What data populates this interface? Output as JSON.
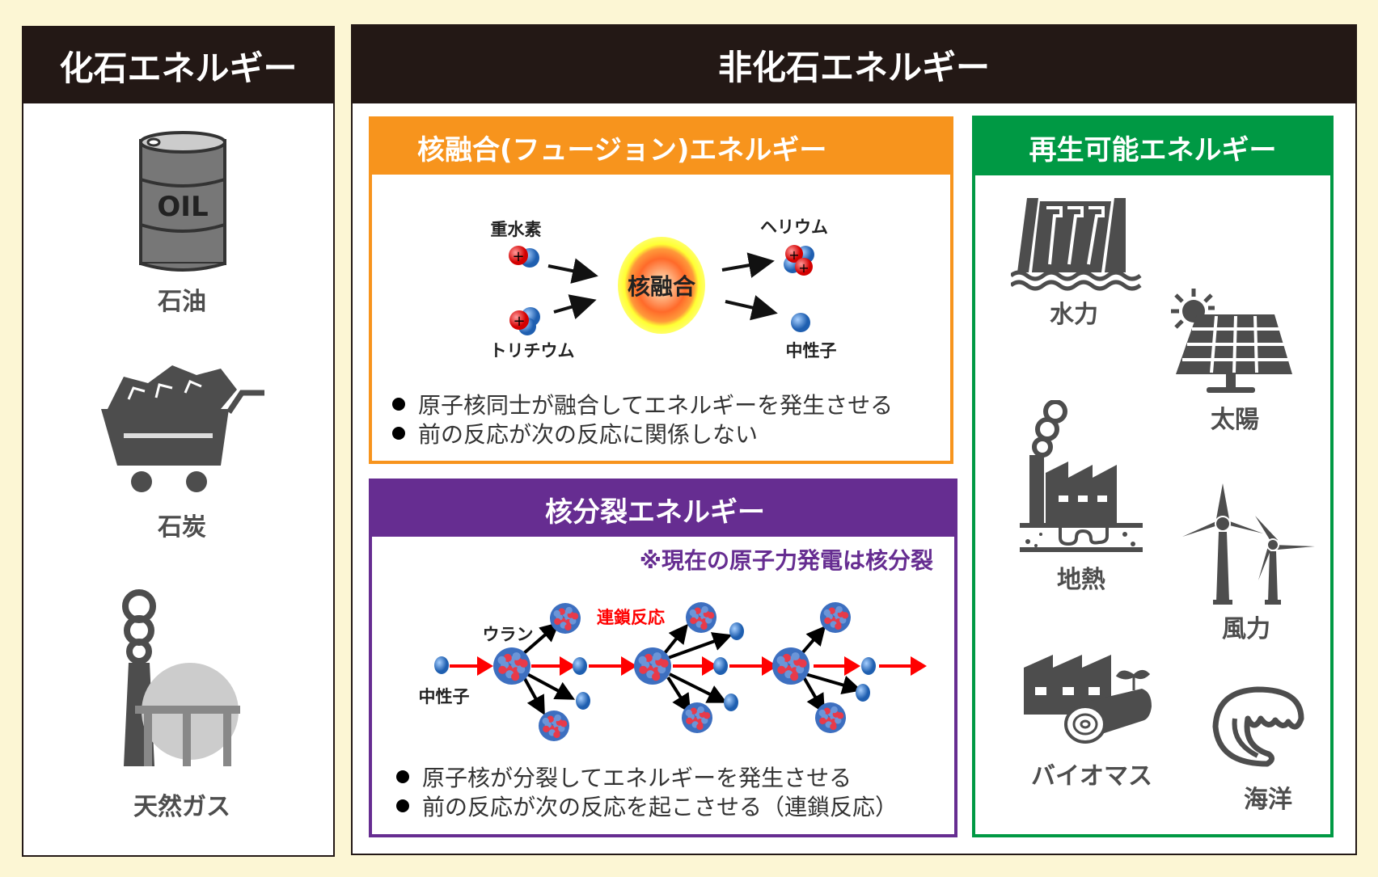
{
  "fossil": {
    "title": "化石エネルギー",
    "items": [
      {
        "label": "石油",
        "icon": "oil-barrel-icon",
        "barrel_text": "OIL"
      },
      {
        "label": "石炭",
        "icon": "coal-cart-icon"
      },
      {
        "label": "天然ガス",
        "icon": "gas-tank-icon"
      }
    ]
  },
  "nonfossil": {
    "title": "非化石エネルギー",
    "fusion": {
      "title": "核融合(フュージョン)エネルギー",
      "labels": {
        "deuterium": "重水素",
        "tritium": "トリチウム",
        "helium": "ヘリウム",
        "neutron": "中性子",
        "core": "核融合"
      },
      "bullets": [
        "原子核同士が融合してエネルギーを発生させる",
        "前の反応が次の反応に関係しない"
      ]
    },
    "fission": {
      "title": "核分裂エネルギー",
      "note": "※現在の原子力発電は核分裂",
      "labels": {
        "uranium": "ウラン",
        "chain": "連鎖反応",
        "neutron": "中性子"
      },
      "bullets": [
        "原子核が分裂してエネルギーを発生させる",
        "前の反応が次の反応を起こさせる（連鎖反応）"
      ]
    },
    "renewable": {
      "title": "再生可能エネルギー",
      "items": [
        {
          "label": "水力",
          "icon": "hydro-dam-icon"
        },
        {
          "label": "太陽",
          "icon": "solar-panel-icon"
        },
        {
          "label": "地熱",
          "icon": "geothermal-icon"
        },
        {
          "label": "風力",
          "icon": "wind-turbine-icon"
        },
        {
          "label": "バイオマス",
          "icon": "biomass-icon"
        },
        {
          "label": "海洋",
          "icon": "ocean-wave-icon"
        }
      ]
    }
  },
  "colors": {
    "header": "#231815",
    "fusion": "#f7941d",
    "fission": "#662d91",
    "renewable": "#009944",
    "icon": "#4d4d4d",
    "chain": "#ff0000"
  }
}
